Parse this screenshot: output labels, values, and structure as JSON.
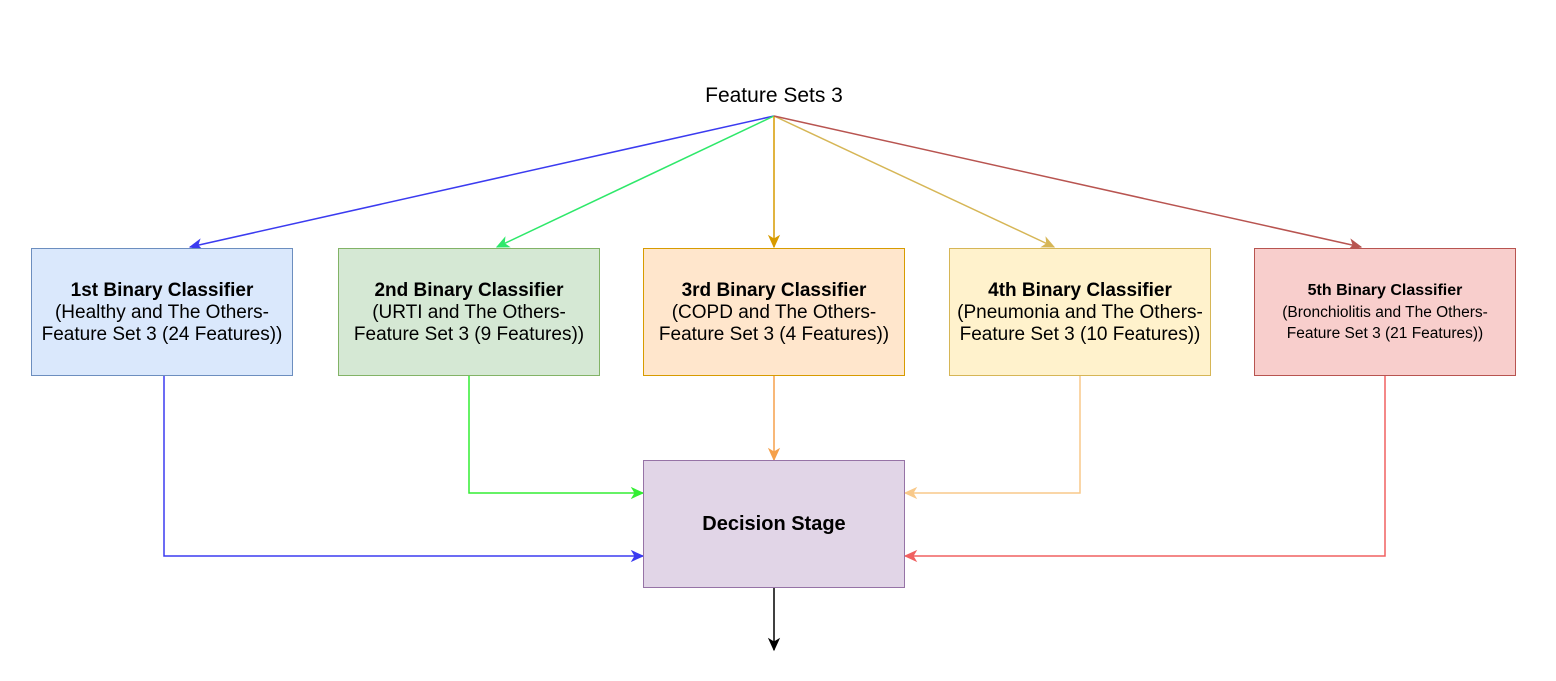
{
  "diagram": {
    "title": "Feature Sets 3",
    "classifiers": [
      {
        "head": "1st Binary Classifier",
        "line1": "(Healthy and The Others-",
        "line2": "Feature Set 3 (24 Features))",
        "fill": "#dae8fc",
        "stroke": "#6c8ebf",
        "edge_in": "#3b3bf0",
        "edge_out": "#3b3bf0"
      },
      {
        "head": "2nd Binary Classifier",
        "line1": "(URTI and The Others-",
        "line2": "Feature Set 3 (9 Features))",
        "fill": "#d5e8d4",
        "stroke": "#82b366",
        "edge_in": "#2ee86a",
        "edge_out": "#33ee33"
      },
      {
        "head": "3rd Binary Classifier",
        "line1": "(COPD and The Others-",
        "line2": "Feature Set 3 (4 Features))",
        "fill": "#ffe6cc",
        "stroke": "#d79b00",
        "edge_in": "#d79b00",
        "edge_out": "#f5a04a"
      },
      {
        "head": "4th Binary Classifier",
        "line1": "(Pneumonia and The Others-",
        "line2": "Feature Set 3 (10 Features))",
        "fill": "#fff2cc",
        "stroke": "#d6b656",
        "edge_in": "#d6b656",
        "edge_out": "#f8c98a"
      },
      {
        "head": "5th Binary Classifier",
        "line1": "(Bronchiolitis and The Others-",
        "line2": "Feature Set 3 (21 Features))",
        "fill": "#f8cecc",
        "stroke": "#b85450",
        "edge_in": "#b85450",
        "edge_out": "#f06060"
      }
    ],
    "decision": {
      "label": "Decision Stage",
      "fill": "#e1d5e7",
      "stroke": "#9673a6"
    },
    "output_edge": "#000000"
  }
}
